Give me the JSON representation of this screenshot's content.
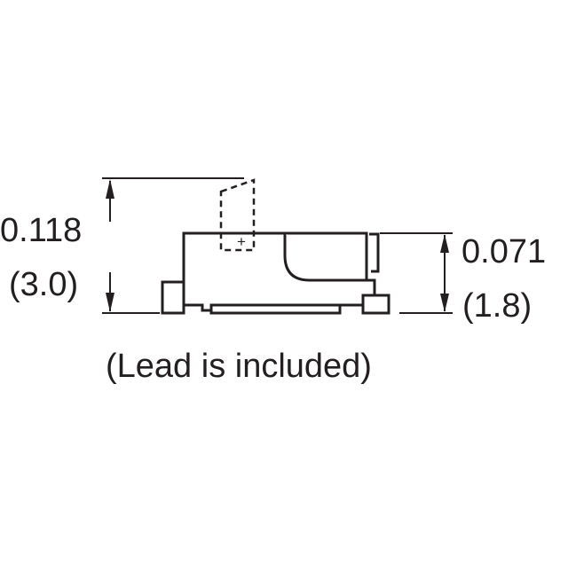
{
  "diagram": {
    "height_with_lead": {
      "inches": "0.118",
      "millimeters": "(3.0)"
    },
    "body_height": {
      "inches": "0.071",
      "millimeters": "(1.8)"
    },
    "polarity_mark": "+",
    "caption": "(Lead is included)",
    "line_color": "#231f20"
  }
}
